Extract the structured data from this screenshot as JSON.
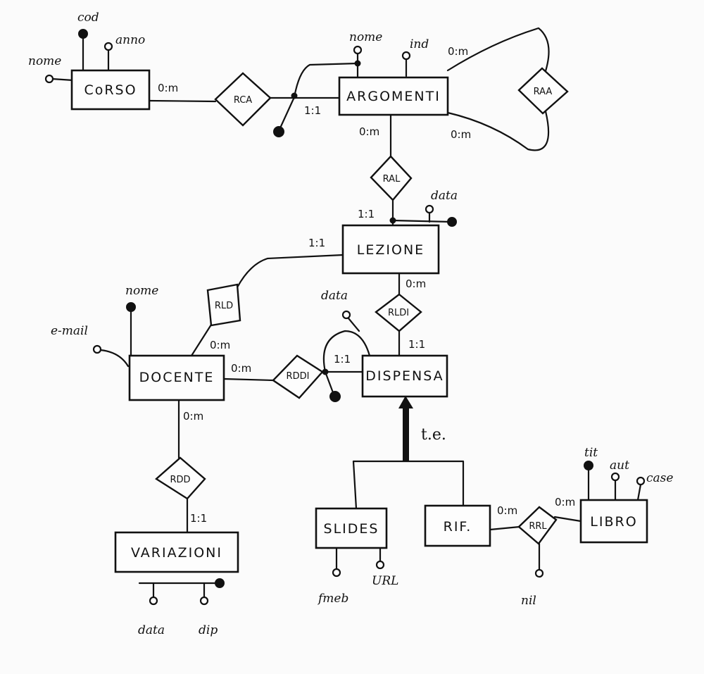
{
  "entities": {
    "corso": "CoRSO",
    "argomenti": "ARGOMENTI",
    "lezione": "LEZIONE",
    "docente": "DOCENTE",
    "dispensa": "DISPENSA",
    "variazioni": "VARIAZIONI",
    "slides": "SLIDES",
    "rif": "RIF.",
    "libro": "LIBRO"
  },
  "relationships": {
    "rca": "RCA",
    "raa": "RAA",
    "ral": "RAL",
    "rld": "RLD",
    "rldi": "RLDI",
    "rddi": "RDDI",
    "rdd": "RDD",
    "rrl": "RRL"
  },
  "attributes": {
    "corso_cod": "cod",
    "corso_anno": "anno",
    "corso_nome": "nome",
    "argomenti_nome": "nome",
    "argomenti_ind": "ind",
    "lezione_data": "data",
    "docente_nome": "nome",
    "docente_email": "e-mail",
    "dispensa_data": "data",
    "variazioni_data": "data",
    "variazioni_dip": "dip",
    "slides_fmeb": "fmeb",
    "slides_url": "URL",
    "libro_tit": "tit",
    "libro_aut": "aut",
    "libro_case": "case",
    "rrl_nil": "nil"
  },
  "cardinalities": {
    "corso_rca": "0:m",
    "argomenti_rca": "1:1",
    "argomenti_raa_top": "0:m",
    "argomenti_raa_bottom": "0:m",
    "argomenti_ral": "0:m",
    "lezione_ral": "1:1",
    "lezione_rld": "1:1",
    "lezione_rldi": "0:m",
    "docente_rld": "0:m",
    "docente_rddi": "0:m",
    "dispensa_rddi": "1:1",
    "dispensa_rldi": "1:1",
    "docente_rdd": "0:m",
    "variazioni_rdd": "1:1",
    "rif_rrl": "0:m",
    "libro_rrl": "0:m"
  },
  "generalization": "t.e."
}
